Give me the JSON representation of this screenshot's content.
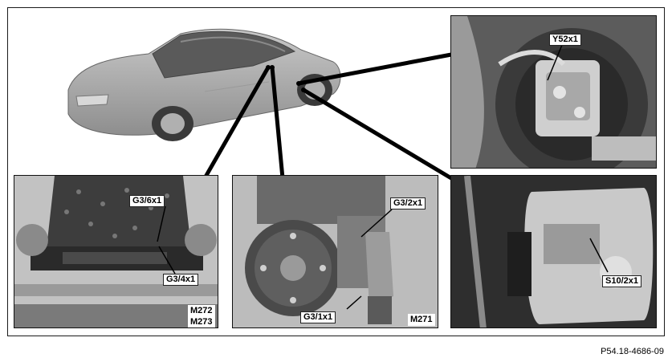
{
  "figure_ref": "P54.18-4686-09",
  "panels": {
    "front_axle": {
      "labels": [
        "G3/6x1",
        "G3/4x1"
      ],
      "engine_tag_1": "M272",
      "engine_tag_2": "M273"
    },
    "engine": {
      "labels": [
        "G3/2x1",
        "G3/1x1"
      ],
      "engine_tag": "M271"
    },
    "hydraulic_unit": {
      "label": "Y52x1"
    },
    "brake_caliper": {
      "label": "S10/2x1"
    }
  }
}
